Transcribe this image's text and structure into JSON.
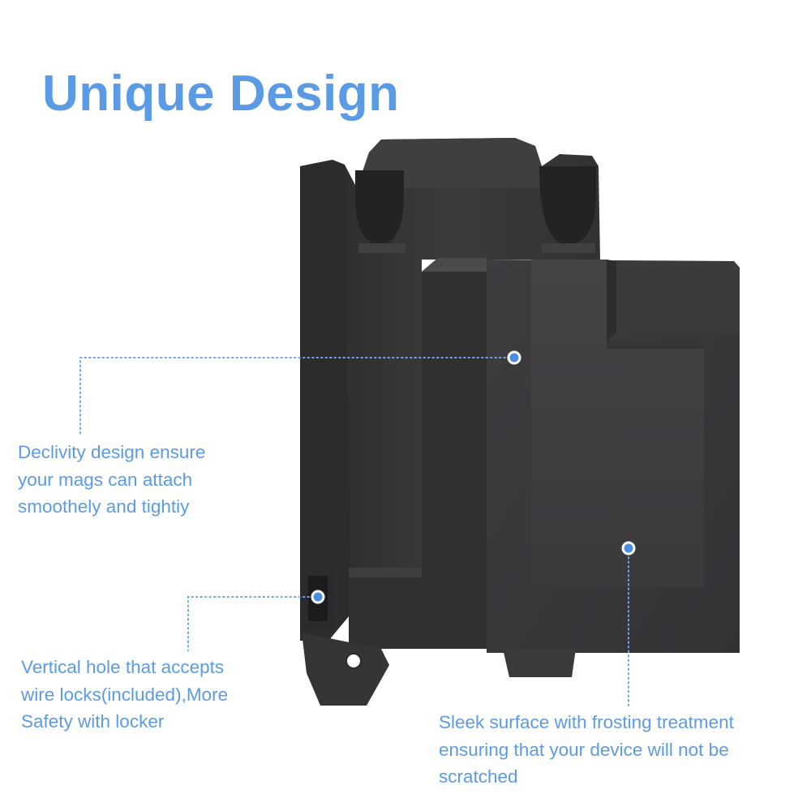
{
  "title": "Unique Design",
  "accent_color": "#5b9be6",
  "product_color": "#3a3a3c",
  "callouts": [
    {
      "lines": [
        "Declivity design ensure",
        "your mags can attach",
        "smoothely and tightiy"
      ]
    },
    {
      "lines": [
        "Vertical hole that accepts",
        "wire locks(included),More",
        "Safety with locker"
      ]
    },
    {
      "lines": [
        "Sleek surface with frosting treatment",
        "ensuring that your device will not be",
        "scratched"
      ]
    }
  ]
}
